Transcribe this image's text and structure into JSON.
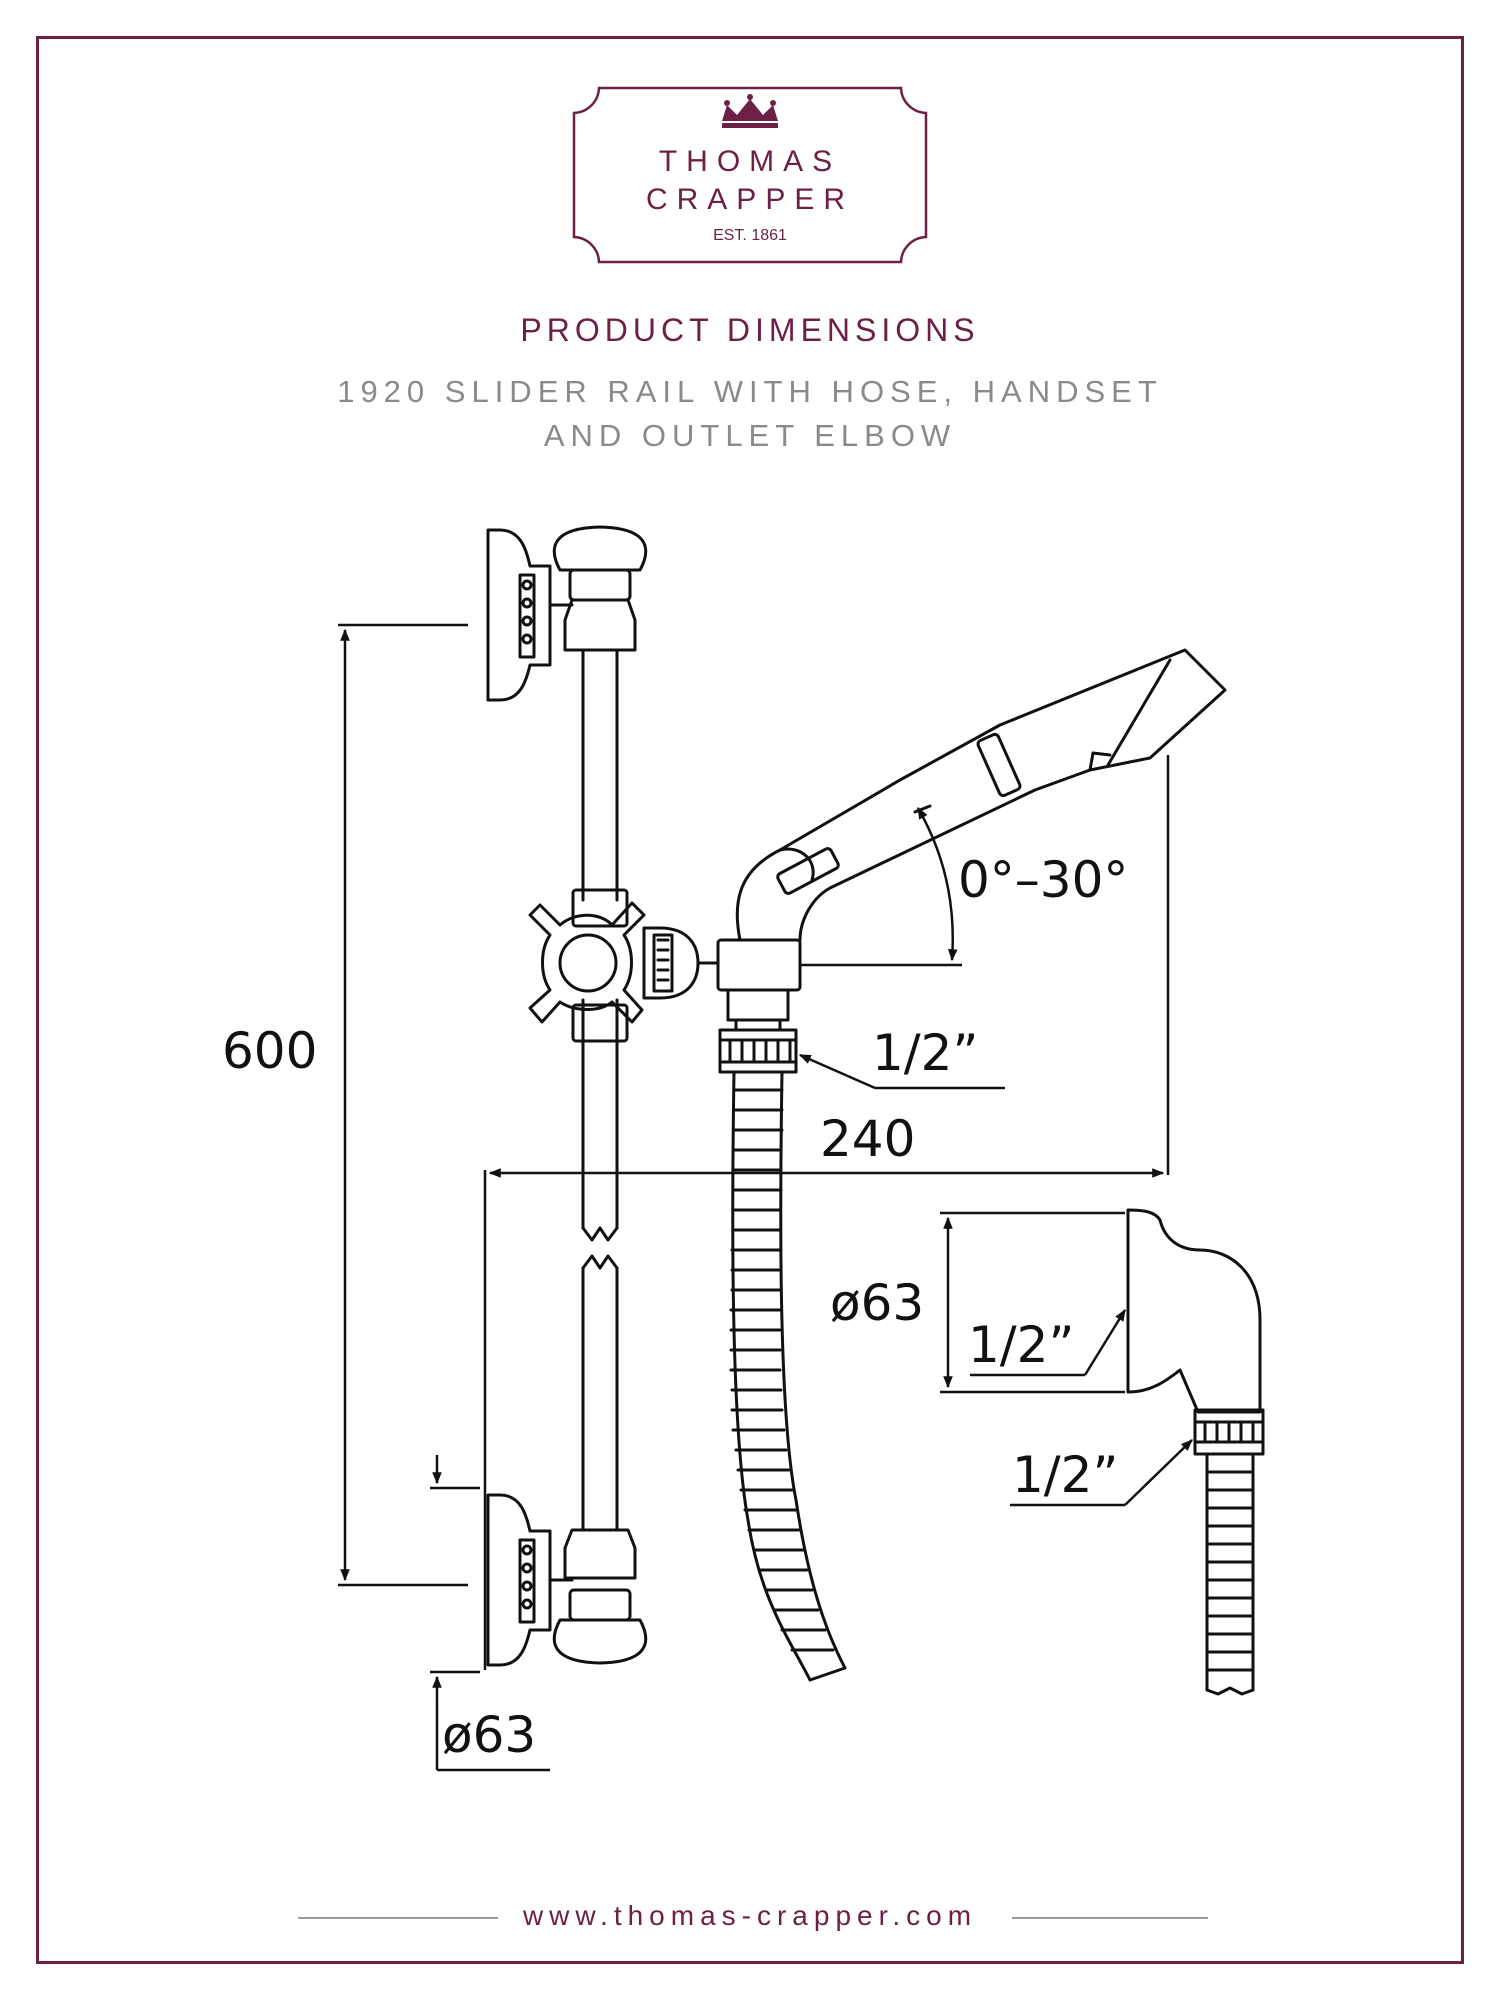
{
  "brand": {
    "name_line1": "THOMAS",
    "name_line2": "CRAPPER",
    "established": "EST. 1861",
    "accent_color": "#6e1f45",
    "crown_icon": "crown-icon"
  },
  "header": {
    "title": "PRODUCT DIMENSIONS",
    "subtitle_line1": "1920 SLIDER RAIL WITH HOSE, HANDSET",
    "subtitle_line2": "AND OUTLET ELBOW"
  },
  "dimensions": {
    "rail_height": "600",
    "handset_reach": "240",
    "handset_angle": "0°–30°",
    "hose_thread": "1/2”",
    "flange_diameter_bottom": "ø63",
    "elbow_diameter": "ø63",
    "elbow_inlet_thread": "1/2”",
    "elbow_outlet_thread": "1/2”"
  },
  "footer": {
    "website": "www.thomas-crapper.com"
  }
}
